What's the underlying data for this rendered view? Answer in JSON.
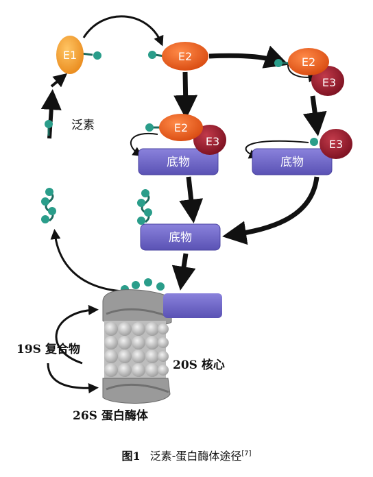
{
  "diagram": {
    "enzymes": {
      "e1": "E1",
      "e2": "E2",
      "e3": "E3"
    },
    "substrate": "底物",
    "ubiquitin": "泛素",
    "proteasome": {
      "regulatory": "19S  复合物",
      "core": "20S  核心",
      "whole": "26S  蛋白酶体"
    }
  },
  "caption": {
    "figure_label": "图1",
    "text": "泛素-蛋白酶体途径",
    "ref": "[7]"
  },
  "colors": {
    "e1": "#f5a133",
    "e2": "#f0611e",
    "e3": "#9b1c2c",
    "substrate": "#6b63c4",
    "ubiquitin": "#2a9d8a",
    "proteasome": "#b8b8b8"
  }
}
